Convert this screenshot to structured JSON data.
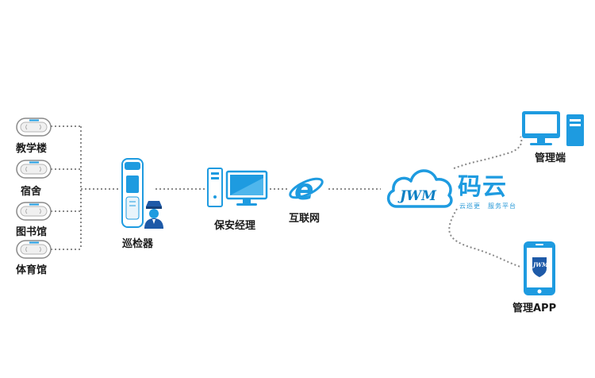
{
  "locations": [
    {
      "label": "教学楼"
    },
    {
      "label": "宿舍"
    },
    {
      "label": "图书馆"
    },
    {
      "label": "体育馆"
    }
  ],
  "nodes": {
    "inspector": {
      "label": "巡检器"
    },
    "security_manager": {
      "label": "保安经理"
    },
    "internet": {
      "label": "互联网"
    },
    "admin_pc": {
      "label": "管理端"
    },
    "admin_app": {
      "label": "管理APP"
    }
  },
  "cloud": {
    "logo_text": "JWM",
    "brand_name": "码云",
    "tagline_left": "云巡更",
    "tagline_right": "服务平台"
  },
  "colors": {
    "primary_blue": "#1e9be0",
    "dark_blue": "#0b7fc4",
    "dot_line": "#8a8a8a"
  }
}
